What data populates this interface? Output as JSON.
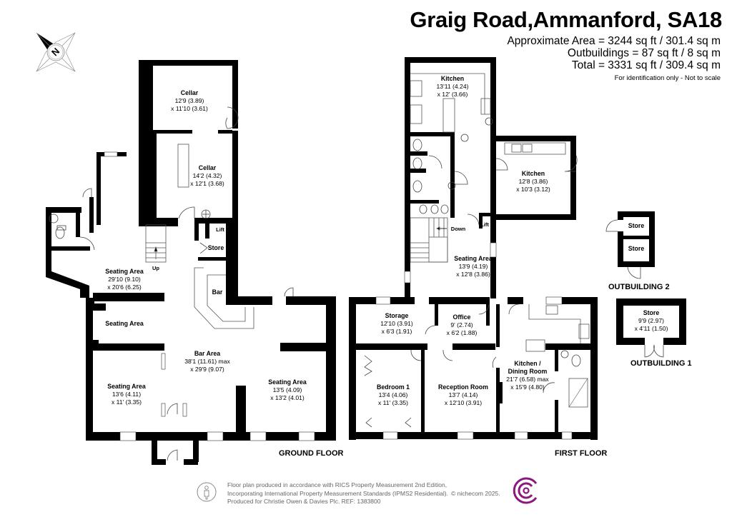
{
  "header": {
    "title": "Graig Road,Ammanford, SA18",
    "approx_area": "Approximate Area = 3244 sq ft / 301.4 sq m",
    "outbuildings_area": "Outbuildings = 87 sq ft / 8 sq m",
    "total_area": "Total = 3331 sq ft / 309.4 sq m",
    "note": "For identification only - Not to scale"
  },
  "compass": {
    "icon": "compass-north-icon",
    "letter": "N"
  },
  "ground_floor": {
    "label": "GROUND FLOOR",
    "rooms": [
      {
        "name": "Cellar",
        "dim1": "12'9 (3.89)",
        "dim2": "x 11'10 (3.61)"
      },
      {
        "name": "Cellar",
        "dim1": "14'2 (4.32)",
        "dim2": "x 12'1 (3.68)"
      },
      {
        "name": "Seating Area",
        "dim1": "29'10 (9.10)",
        "dim2": "x 20'6 (6.25)"
      },
      {
        "name": "Seating Area",
        "dim1": "",
        "dim2": ""
      },
      {
        "name": "Bar Area",
        "dim1": "38'1 (11.61) max",
        "dim2": "x 29'9 (9.07)"
      },
      {
        "name": "Seating Area",
        "dim1": "13'6 (4.11)",
        "dim2": "x 11' (3.35)"
      },
      {
        "name": "Seating Area",
        "dim1": "13'5 (4.09)",
        "dim2": "x 13'2 (4.01)"
      },
      {
        "name": "Bar",
        "dim1": "",
        "dim2": ""
      },
      {
        "name": "Store",
        "dim1": "",
        "dim2": ""
      },
      {
        "name": "Lift",
        "dim1": "",
        "dim2": ""
      }
    ],
    "stairs_label": "Up"
  },
  "first_floor": {
    "label": "FIRST FLOOR",
    "rooms": [
      {
        "name": "Kitchen",
        "dim1": "13'11 (4.24)",
        "dim2": "x 12' (3.66)"
      },
      {
        "name": "Kitchen",
        "dim1": "12'8 (3.86)",
        "dim2": "x 10'3 (3.12)"
      },
      {
        "name": "Seating Area",
        "dim1": "13'9 (4.19)",
        "dim2": "x 12'8 (3.86)"
      },
      {
        "name": "Storage",
        "dim1": "12'10 (3.91)",
        "dim2": "x 6'3 (1.91)"
      },
      {
        "name": "Office",
        "dim1": "9' (2.74)",
        "dim2": "x 6'2 (1.88)"
      },
      {
        "name": "Bedroom 1",
        "dim1": "13'4 (4.06)",
        "dim2": "x 11' (3.35)"
      },
      {
        "name": "Reception Room",
        "dim1": "13'7 (4.14)",
        "dim2": "x 12'10 (3.91)"
      },
      {
        "name": "Kitchen /",
        "name2": "Dining Room",
        "dim1": "21'7 (6.58) max",
        "dim2": "x 15'9 (4.80)"
      },
      {
        "name": "Lift",
        "dim1": "",
        "dim2": ""
      }
    ],
    "stairs_label": "Down"
  },
  "outbuilding2": {
    "label": "OUTBUILDING 2",
    "rooms": [
      {
        "name": "Store"
      },
      {
        "name": "Store"
      }
    ]
  },
  "outbuilding1": {
    "label": "OUTBUILDING 1",
    "rooms": [
      {
        "name": "Store",
        "dim1": "9'9 (2.97)",
        "dim2": "x 4'11 (1.50)"
      }
    ]
  },
  "footer": {
    "line1": "Floor plan produced in accordance with RICS Property Measurement 2nd Edition,",
    "line2": "Incorporating International Property Measurement Standards (IPMS2 Residential).",
    "line3": "Produced for Christie Owen & Davies Plc.   REF: 1383800",
    "copyright": "© nichecom 2025.",
    "logo_color": "#8b1a7e",
    "person_icon": "person-icon"
  }
}
